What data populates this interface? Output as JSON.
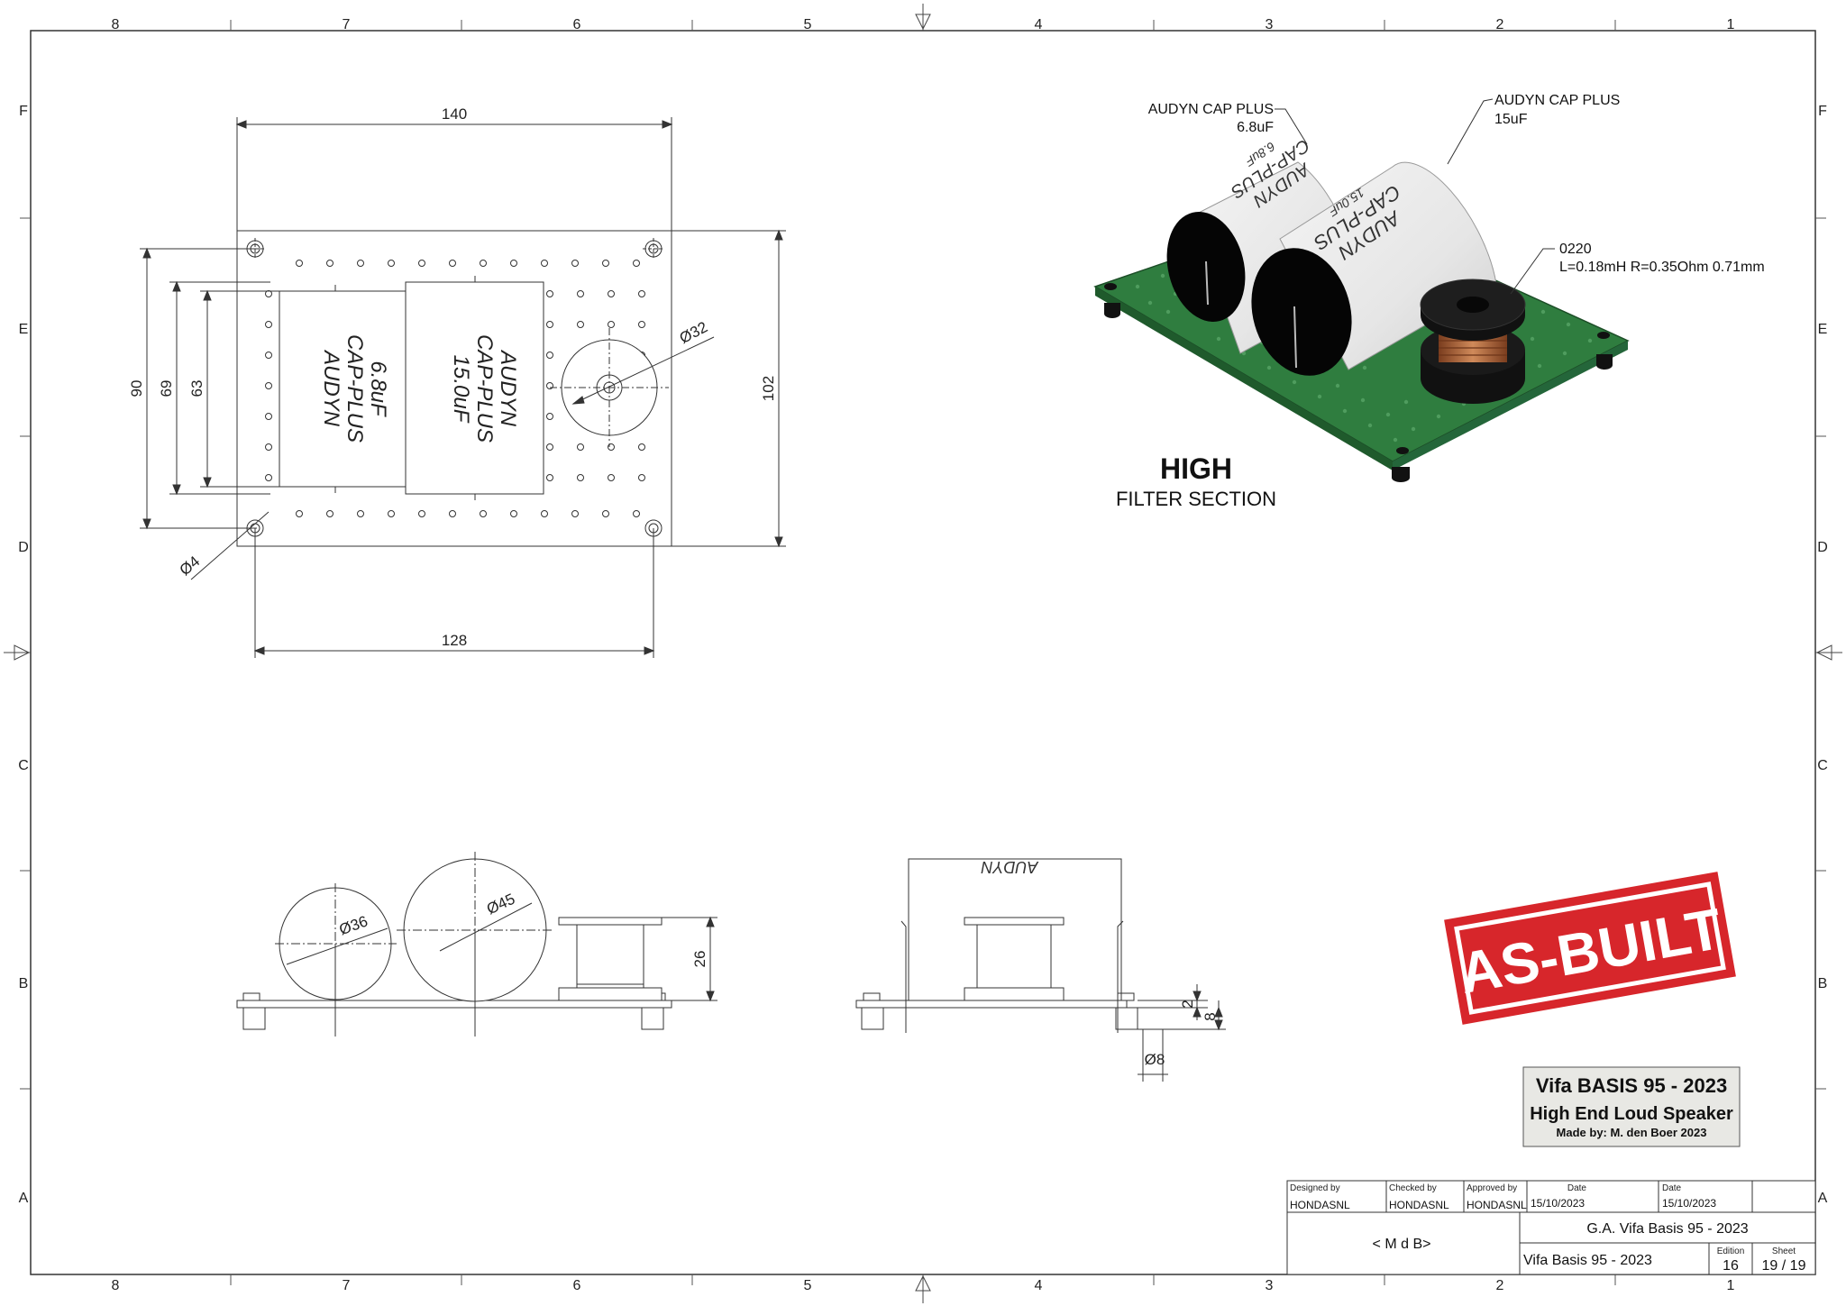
{
  "zones": {
    "columns": [
      "8",
      "7",
      "6",
      "5",
      "4",
      "3",
      "2",
      "1"
    ],
    "rows": [
      "F",
      "E",
      "D",
      "C",
      "B",
      "A"
    ]
  },
  "top_view": {
    "dim_width": "140",
    "dim_height_outer": "90",
    "dim_height_69": "69",
    "dim_height_63": "63",
    "dim_height_board": "102",
    "dim_hole_span": "128",
    "dim_hole_dia": "Ø4",
    "dim_coil_dia": "Ø32",
    "cap_small": {
      "brand": "AUDYN",
      "model": "CAP-PLUS",
      "value": "6.8uF"
    },
    "cap_large": {
      "brand": "AUDYN",
      "model": "CAP-PLUS",
      "value": "15.0uF"
    }
  },
  "iso_view": {
    "cap_small_label_1": "AUDYN CAP PLUS",
    "cap_small_label_2": "6.8uF",
    "cap_large_label_1": "AUDYN CAP PLUS",
    "cap_large_label_2": "15uF",
    "coil_label_1": "0220",
    "coil_label_2": "L=0.18mH R=0.35Ohm 0.71mm",
    "cap_print_brand": "AUDYN",
    "cap_print_model": "CAP-PLUS",
    "cap_print_small": "6.8uF",
    "cap_print_large": "15.0uF",
    "section_title": "HIGH",
    "section_subtitle": "FILTER SECTION"
  },
  "front_view": {
    "dim_cap_small": "Ø36",
    "dim_cap_large": "Ø45",
    "dim_coil_height": "26"
  },
  "side_view": {
    "dim_2": "2",
    "dim_8": "8",
    "dim_foot": "Ø8",
    "cap_print": "AUDYN"
  },
  "stamp": {
    "text": "AS-BUILT",
    "color": "#d7262b"
  },
  "project_box": {
    "title": "Vifa BASIS 95 - 2023",
    "subtitle": "High End Loud Speaker",
    "author": "Made by: M. den Boer 2023"
  },
  "title_block": {
    "designed_by_label": "Designed by",
    "designed_by": "HONDASNL",
    "checked_by_label": "Checked by",
    "checked_by": "HONDASNL",
    "approved_by_label": "Approved by",
    "approved_by": "HONDASNL",
    "date_label_1": "Date",
    "date_1": "15/10/2023",
    "date_label_2": "Date",
    "date_2": "15/10/2023",
    "company": "< M d B>",
    "drawing_title": "G.A. Vifa Basis 95 - 2023",
    "drawing_name": "Vifa Basis 95 - 2023",
    "edition_label": "Edition",
    "edition": "16",
    "sheet_label": "Sheet",
    "sheet": "19 / 19"
  },
  "colors": {
    "board_green": "#2f7d3f",
    "coil_copper": "#b86a3c",
    "line": "#333333"
  }
}
